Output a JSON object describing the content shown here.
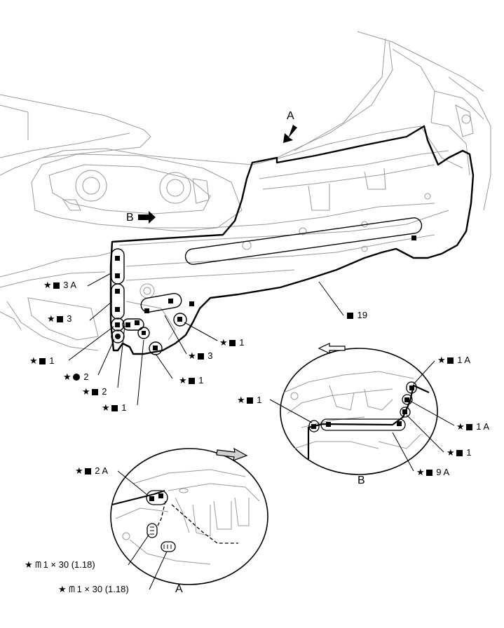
{
  "views": {
    "arrow_a_label": "A",
    "arrow_b_label": "B",
    "detail_a_label": "A",
    "detail_b_label": "B"
  },
  "symbols": {
    "star": "★",
    "clip": "ᗰ"
  },
  "callouts": {
    "c3a": "3 A",
    "c3": "3",
    "c1_left": "1",
    "c2_dot": "2",
    "c2": "2",
    "c1_bottom": "1",
    "c19": "19",
    "c1_mid": "1",
    "c3_mid": "3",
    "c1_low": "1",
    "b_1a_top": "1 A",
    "b_1_left": "1",
    "b_1a_right": "1 A",
    "b_1_right": "1",
    "b_9a": "9 A",
    "a_2a": "2 A",
    "a_clip1": "1 × 30 (1.18)",
    "a_clip2": "1 × 30 (1.18)"
  }
}
